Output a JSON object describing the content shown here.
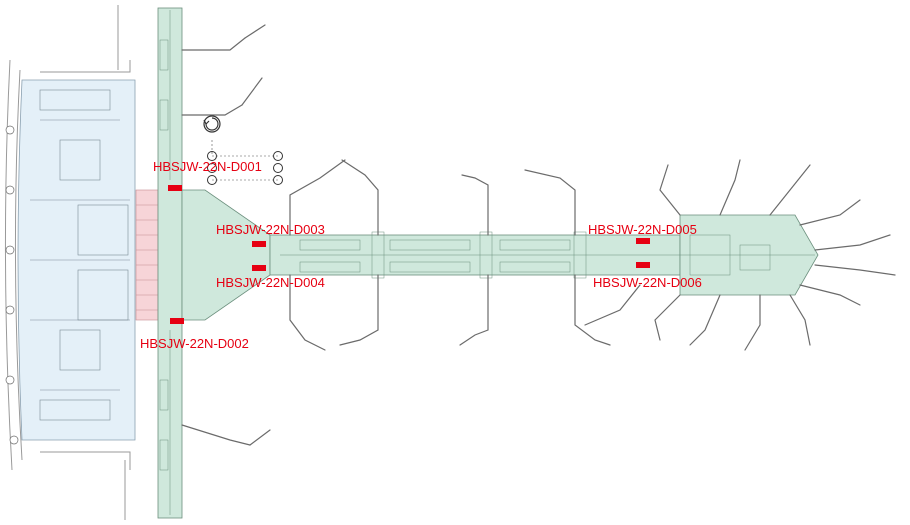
{
  "colors": {
    "corridor": "#cfe8dc",
    "terminal": "#e4f0f8",
    "security": "#f7d4d8",
    "marker": "#e60012",
    "label": "#e60012",
    "line": "#6b6b6b"
  },
  "doors": [
    {
      "id": "HBSJW-22N-D001"
    },
    {
      "id": "HBSJW-22N-D002"
    },
    {
      "id": "HBSJW-22N-D003"
    },
    {
      "id": "HBSJW-22N-D004"
    },
    {
      "id": "HBSJW-22N-D005"
    },
    {
      "id": "HBSJW-22N-D006"
    }
  ],
  "handles": {
    "rotate_icon": "rotate-icon",
    "resize_handle_count": 6
  }
}
